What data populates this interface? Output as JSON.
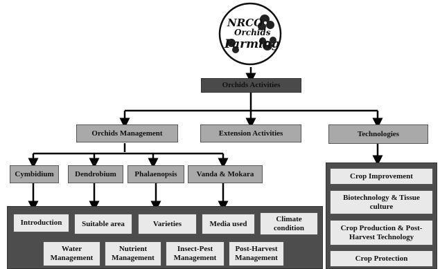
{
  "logo": {
    "line1": "NRCO",
    "line2": "Orchids",
    "line3": "Farming"
  },
  "root": "Orchids Activities",
  "level1": {
    "management": "Orchids Management",
    "extension": "Extension Activities",
    "technologies": "Technologies"
  },
  "species": [
    "Cymbidium",
    "Dendrobium",
    "Phalaenopsis",
    "Vanda & Mokara"
  ],
  "management_topics_row1": [
    "Introduction",
    "Suitable area",
    "Varieties",
    "Media used",
    "Climate condition"
  ],
  "management_topics_row2": [
    "Water Management",
    "Nutrient Management",
    "Insect-Pest Management",
    "Post-Harvest Management"
  ],
  "technology_items": [
    "Crop Improvement",
    "Biotechnology & Tissue culture",
    "Crop Production & Post-Harvest Technology",
    "Crop Protection"
  ]
}
